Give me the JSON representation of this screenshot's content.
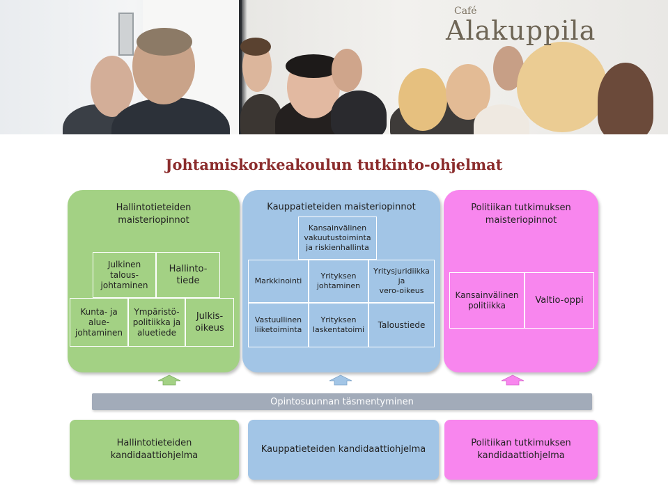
{
  "banner": {
    "cafe_small": "Café",
    "cafe_big": "Alakuppila"
  },
  "title": "Johtamiskorkeakoulun tutkinto-ohjelmat",
  "panels": {
    "green": {
      "title": [
        "Hallintotieteiden",
        "maisteriopinnot"
      ],
      "cells": {
        "julkinen": [
          "Julkinen",
          "talous-",
          "johtaminen"
        ],
        "hallinto": [
          "Hallinto-",
          "tiede"
        ],
        "kunta": [
          "Kunta- ja",
          "alue-",
          "johtaminen"
        ],
        "ymparisto": [
          "Ympäristö-",
          "politiikka ja",
          "aluetiede"
        ],
        "julkis": [
          "Julkis-",
          "oikeus"
        ]
      }
    },
    "blue": {
      "title": [
        "Kauppatieteiden maisteriopinnot"
      ],
      "cells": {
        "kansainvalinen": [
          "Kansainvälinen",
          "vakuutustoiminta",
          "ja riskienhallinta"
        ],
        "markkinointi": [
          "Markkinointi"
        ],
        "yritysjohtaminen": [
          "Yrityksen",
          "johtaminen"
        ],
        "juridiikka": [
          "Yritysjuridiikka",
          "ja",
          "vero-oikeus"
        ],
        "vastuullinen": [
          "Vastuullinen",
          "liiketoiminta"
        ],
        "laskentatoimi": [
          "Yrityksen",
          "laskentatoimi"
        ],
        "taloustiede": [
          "Taloustiede"
        ]
      }
    },
    "pink": {
      "title": [
        "Politiikan tutkimuksen",
        "maisteriopinnot"
      ],
      "cells": {
        "kansainvalinen_politiikka": [
          "Kansainvälinen",
          "politiikka"
        ],
        "valtio_oppi": [
          "Valtio-oppi"
        ]
      }
    }
  },
  "bar_label": "Opintosuunnan täsmentyminen",
  "bottom": {
    "green": [
      "Hallintotieteiden",
      "kandidaattiohjelma"
    ],
    "blue": [
      "Kauppatieteiden kandidaattiohjelma"
    ],
    "pink": [
      "Politiikan tutkimuksen",
      "kandidaattiohjelma"
    ]
  },
  "colors": {
    "green": "#a3d184",
    "blue": "#a2c5e6",
    "pink": "#f886ee",
    "bar": "#a2abb9",
    "title": "#8b2c2c"
  }
}
